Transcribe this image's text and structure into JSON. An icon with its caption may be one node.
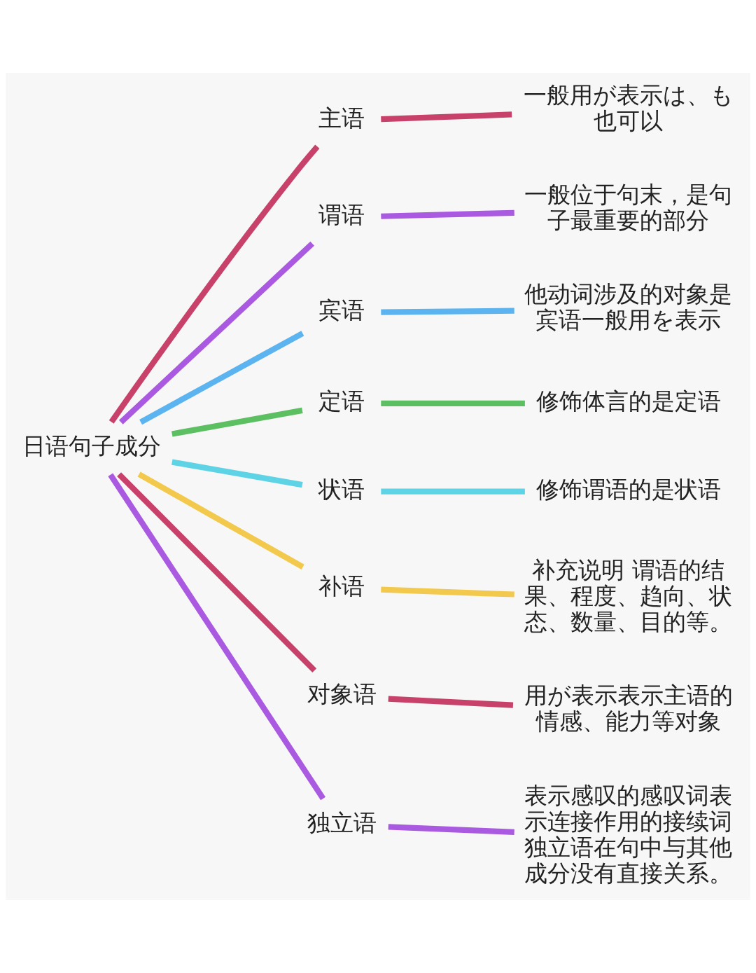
{
  "diagram": {
    "nodes": [
      {
        "text": [
          "日语句子成分"
        ]
      },
      {
        "text": [
          "主语"
        ]
      },
      {
        "text": [
          "一般用が表示は、も也可以"
        ]
      },
      {
        "text": [
          "谓语"
        ]
      },
      {
        "text": [
          "一般位于句末，是句子最重要的部分"
        ]
      },
      {
        "text": [
          "宾语"
        ]
      },
      {
        "text": [
          "他动词涉及的对象是宾语一般用を表示"
        ]
      },
      {
        "text": [
          "定语"
        ]
      },
      {
        "text": [
          "修饰体言的是定语"
        ]
      },
      {
        "text": [
          "状语"
        ]
      },
      {
        "text": [
          "修饰谓语的是状语"
        ]
      },
      {
        "text": [
          "补语"
        ]
      },
      {
        "text": [
          "补充说明 谓语的结果、程度、趋向、状态、数量、目的等。"
        ]
      },
      {
        "text": [
          "对象语"
        ]
      },
      {
        "text": [
          "用が表示表示主语的情感、能力等对象"
        ]
      },
      {
        "text": [
          "独立语"
        ]
      },
      {
        "text": [
          "表示感叹的感叹词表示连接作用的接续词独立语在句中与其他成分没有直接关系。"
        ]
      }
    ],
    "edges": [
      {
        "from": 0,
        "to": 1,
        "arrow": "none",
        "color": "#c8416b"
      },
      {
        "from": 1,
        "to": 2,
        "arrow": "none",
        "color": "#c8416b"
      },
      {
        "from": 0,
        "to": 3,
        "arrow": "none",
        "color": "#a95ae0"
      },
      {
        "from": 3,
        "to": 4,
        "arrow": "none",
        "color": "#a95ae0"
      },
      {
        "from": 0,
        "to": 5,
        "arrow": "none",
        "color": "#5bb4f0"
      },
      {
        "from": 5,
        "to": 6,
        "arrow": "none",
        "color": "#5bb4f0"
      },
      {
        "from": 0,
        "to": 7,
        "arrow": "none",
        "color": "#5cbf62"
      },
      {
        "from": 7,
        "to": 8,
        "arrow": "none",
        "color": "#5cbf62"
      },
      {
        "from": 0,
        "to": 9,
        "arrow": "none",
        "color": "#5fd3e6"
      },
      {
        "from": 9,
        "to": 10,
        "arrow": "none",
        "color": "#5fd3e6"
      },
      {
        "from": 0,
        "to": 11,
        "arrow": "none",
        "color": "#f2c94c"
      },
      {
        "from": 11,
        "to": 12,
        "arrow": "none",
        "color": "#f2c94c"
      },
      {
        "from": 0,
        "to": 13,
        "arrow": "none",
        "color": "#c8416b"
      },
      {
        "from": 13,
        "to": 14,
        "arrow": "none",
        "color": "#c8416b"
      },
      {
        "from": 0,
        "to": 15,
        "arrow": "none",
        "color": "#a95ae0"
      },
      {
        "from": 15,
        "to": 16,
        "arrow": "none",
        "color": "#a95ae0"
      }
    ]
  }
}
